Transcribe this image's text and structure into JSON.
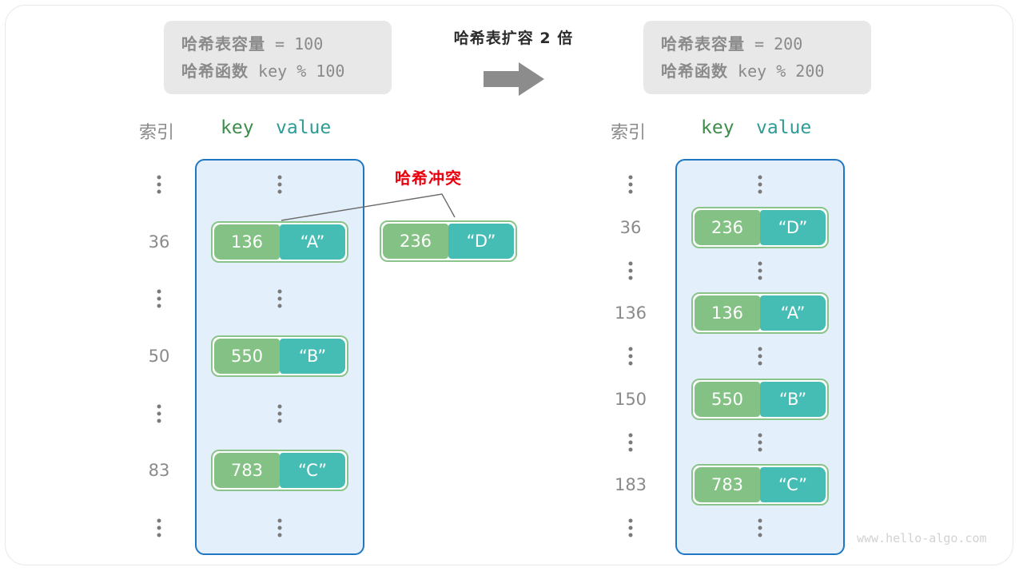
{
  "diagram": {
    "title": "哈希表扩容 2 倍",
    "watermark": "www.hello-algo.com",
    "collision_label": "哈希冲突",
    "arrow_icon": "right-arrow-icon",
    "colors": {
      "key_cell": "#84c184",
      "value_cell": "#45bdb5",
      "pair_border": "#8bc48b",
      "table_fill": "#e3effb",
      "table_border": "#1f77c4",
      "info_box": "#e8e8e8",
      "collision_red": "#e8000d",
      "index_gray": "#8a8a8a",
      "key_header": "#3c8c4a",
      "value_header": "#2f9b95"
    }
  },
  "info_left": {
    "capacity_label": "哈希表容量",
    "capacity_expr": " = 100",
    "function_label": "哈希函数",
    "function_expr": " key % 100"
  },
  "info_right": {
    "capacity_label": "哈希表容量",
    "capacity_expr": " = 200",
    "function_label": "哈希函数",
    "function_expr": " key % 200"
  },
  "headers": {
    "index": "索引",
    "key": "key",
    "value": "value"
  },
  "table_left": {
    "rows": [
      {
        "type": "ellipsis",
        "index": ""
      },
      {
        "type": "entry",
        "index": "36",
        "key": "136",
        "value": "“A”"
      },
      {
        "type": "ellipsis",
        "index": ""
      },
      {
        "type": "entry",
        "index": "50",
        "key": "550",
        "value": "“B”"
      },
      {
        "type": "ellipsis",
        "index": ""
      },
      {
        "type": "entry",
        "index": "83",
        "key": "783",
        "value": "“C”"
      },
      {
        "type": "ellipsis",
        "index": ""
      }
    ]
  },
  "table_right": {
    "rows": [
      {
        "type": "ellipsis",
        "index": ""
      },
      {
        "type": "entry",
        "index": "36",
        "key": "236",
        "value": "“D”"
      },
      {
        "type": "ellipsis",
        "index": ""
      },
      {
        "type": "entry",
        "index": "136",
        "key": "136",
        "value": "“A”"
      },
      {
        "type": "ellipsis",
        "index": ""
      },
      {
        "type": "entry",
        "index": "150",
        "key": "550",
        "value": "“B”"
      },
      {
        "type": "ellipsis",
        "index": ""
      },
      {
        "type": "entry",
        "index": "183",
        "key": "783",
        "value": "“C”"
      },
      {
        "type": "ellipsis",
        "index": ""
      }
    ]
  },
  "colliding_entry": {
    "key": "236",
    "value": "“D”"
  }
}
